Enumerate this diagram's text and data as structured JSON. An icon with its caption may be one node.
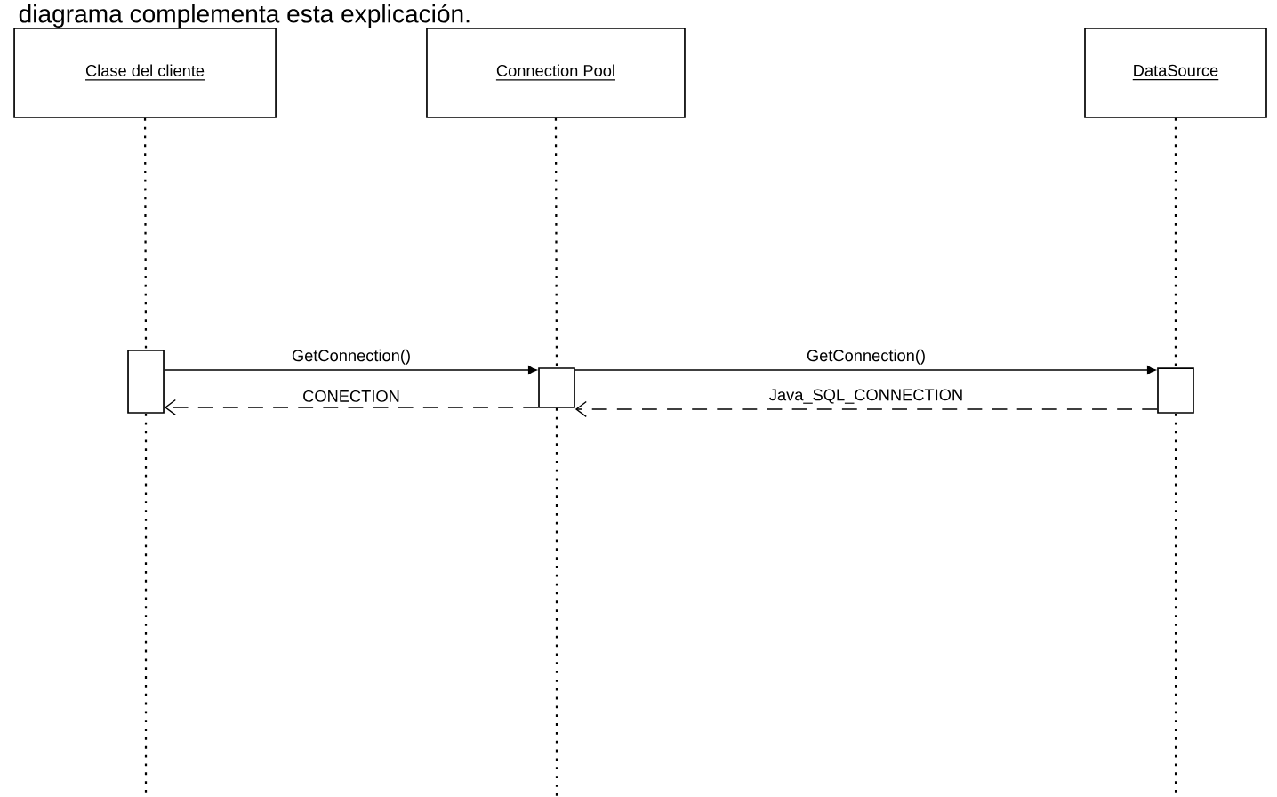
{
  "diagram": {
    "nodes": [
      {
        "text": [
          "Clase del cliente"
        ]
      },
      {
        "text": [
          "Connection Pool"
        ]
      },
      {
        "text": [
          "DataSource"
        ]
      },
      {
        "text": [],
        "shape": "box"
      },
      {
        "text": [],
        "shape": "box"
      },
      {
        "text": [],
        "shape": "box"
      }
    ],
    "edges": [
      {
        "from": 0,
        "to": 3,
        "arrow": "none",
        "style": "dashed"
      },
      {
        "from": 3,
        "to": null,
        "arrow": "none",
        "style": "dashed"
      },
      {
        "from": 1,
        "to": 4,
        "arrow": "none",
        "style": "dashed"
      },
      {
        "from": 4,
        "to": null,
        "arrow": "none",
        "style": "dashed"
      },
      {
        "from": 2,
        "to": 5,
        "arrow": "none",
        "style": "dashed"
      },
      {
        "from": 5,
        "to": null,
        "arrow": "none",
        "style": "dashed"
      },
      {
        "from": 3,
        "to": 4,
        "arrow": "to",
        "label": "GetConnection()"
      },
      {
        "from": 4,
        "to": 3,
        "arrow": "to",
        "label": "CONECTION",
        "style": "dashed"
      },
      {
        "from": 4,
        "to": 5,
        "arrow": "to",
        "label": "GetConnection()"
      },
      {
        "from": 5,
        "to": 4,
        "arrow": "to",
        "label": "Java_SQL_CONNECTION",
        "style": "dashed"
      }
    ],
    "labels": [
      "diagrama complementa esta explicación."
    ]
  }
}
